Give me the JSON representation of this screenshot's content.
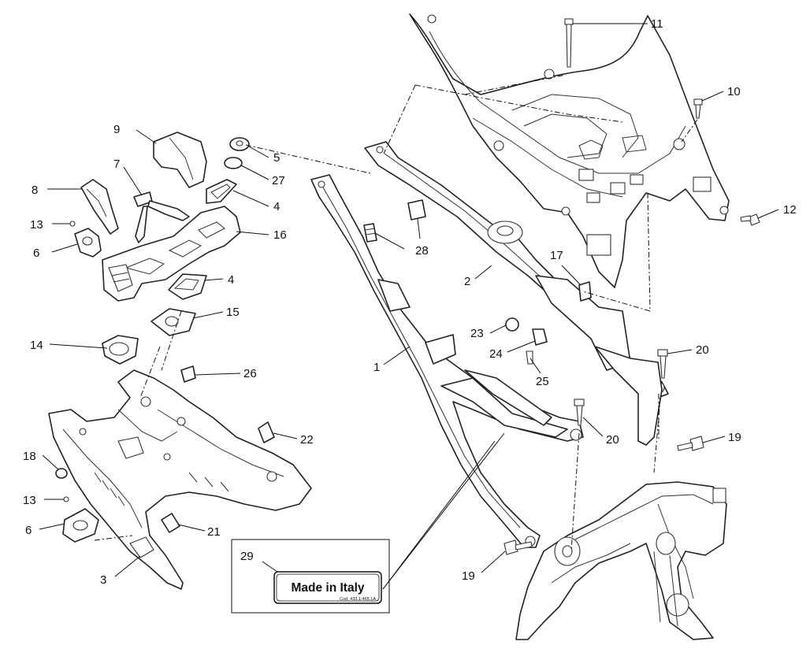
{
  "callouts": {
    "c1": "1",
    "c2": "2",
    "c3": "3",
    "c4a": "4",
    "c4b": "4",
    "c5": "5",
    "c6a": "6",
    "c6b": "6",
    "c7": "7",
    "c8": "8",
    "c9": "9",
    "c10": "10",
    "c11": "11",
    "c12": "12",
    "c13a": "13",
    "c13b": "13",
    "c14": "14",
    "c15": "15",
    "c16": "16",
    "c17": "17",
    "c18": "18",
    "c19a": "19",
    "c19b": "19",
    "c20a": "20",
    "c20b": "20",
    "c21": "21",
    "c22": "22",
    "c23": "23",
    "c24": "24",
    "c25": "25",
    "c26": "26",
    "c27": "27",
    "c28": "28",
    "c29": "29"
  },
  "label_plate": {
    "text": "Made in Italy",
    "code": "Cod. 433.1.465.1A"
  }
}
